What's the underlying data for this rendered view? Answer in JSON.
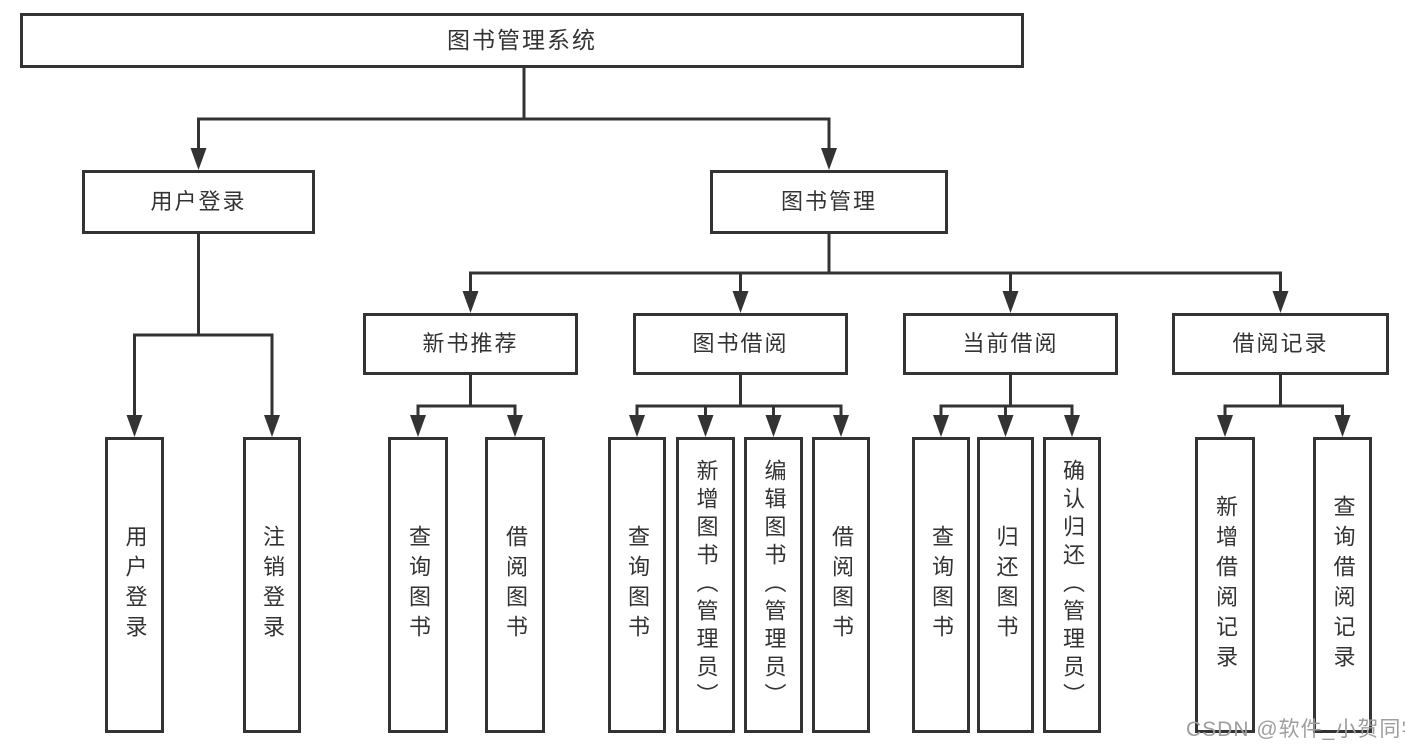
{
  "diagram": {
    "root": {
      "label": "图书管理系统"
    },
    "level2": {
      "user_login": "用户登录",
      "book_management": "图书管理"
    },
    "level3": {
      "new_book_recommend": "新书推荐",
      "book_borrow": "图书借阅",
      "current_borrow": "当前借阅",
      "borrow_record": "借阅记录"
    },
    "leaves": {
      "user_login": "用户登录",
      "logout": "注销登录",
      "recommend_query_book": "查询图书",
      "recommend_borrow_book": "借阅图书",
      "borrow_query_book": "查询图书",
      "add_book_admin": "新增图书（管理员）",
      "edit_book_admin": "编辑图书（管理员）",
      "borrow_borrow_book": "借阅图书",
      "current_query_book": "查询图书",
      "return_book": "归还图书",
      "confirm_return_admin": "确认归还（管理员）",
      "add_borrow_record": "新增借阅记录",
      "query_borrow_record": "查询借阅记录"
    },
    "colors": {
      "line": "#333333",
      "text": "#333333",
      "box_background": "#ffffff",
      "page_background": "#ffffff",
      "watermark": "#9e9e9e"
    }
  },
  "watermark": {
    "text": "CSDN @软件_小贺同学"
  }
}
